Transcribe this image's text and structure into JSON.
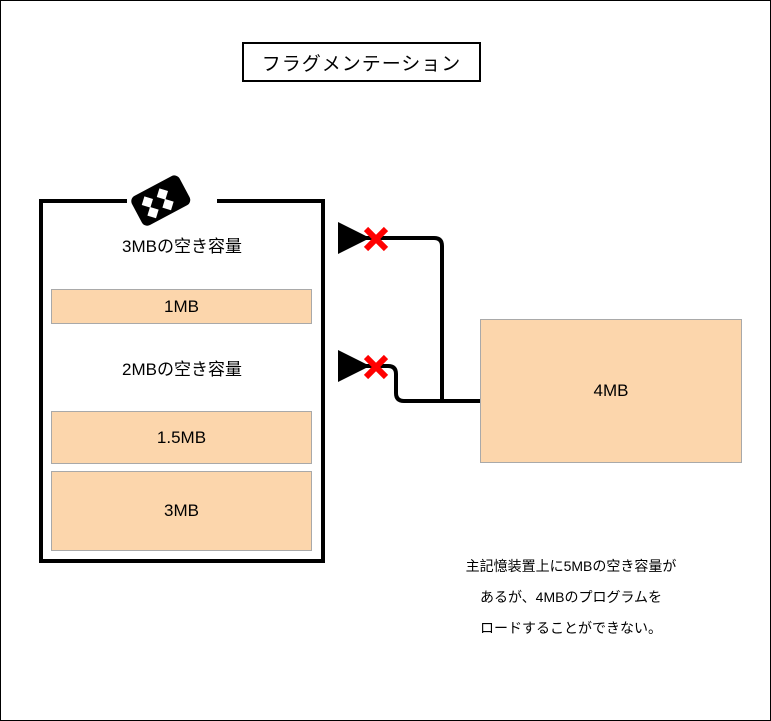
{
  "page": {
    "title": "フラグメンテーション",
    "background_color": "#FFFFFF",
    "border_color": "#000000"
  },
  "title_box": {
    "label": "フラグメンテーション"
  },
  "memory": {
    "container_name": "主記憶装置",
    "icon": "memory-chip-icon",
    "free_spaces": [
      {
        "label": "3MBの空き容量",
        "size_mb": 3
      },
      {
        "label": "2MBの空き容量",
        "size_mb": 2
      }
    ],
    "blocks": [
      {
        "label": "1MB",
        "size_mb": 1
      },
      {
        "label": "1.5MB",
        "size_mb": 1.5
      },
      {
        "label": "3MB",
        "size_mb": 3
      }
    ],
    "block_fill_color": "#FCD6AC",
    "block_border_color": "#A9A9A9"
  },
  "program": {
    "label": "4MB",
    "size_mb": 4,
    "fill_color": "#FCD6AC",
    "border_color": "#A9A9A9"
  },
  "connectors": {
    "reject_mark_color": "#FF0000",
    "line_color": "#000000",
    "arrows": [
      {
        "name": "load-attempt-to-3mb-free",
        "blocked": true
      },
      {
        "name": "load-attempt-to-2mb-free",
        "blocked": true
      }
    ]
  },
  "caption": {
    "line1": "主記憶装置上に5MBの空き容量が",
    "line2": "あるが、4MBのプログラムを",
    "line3": "ロードすることができない。"
  }
}
